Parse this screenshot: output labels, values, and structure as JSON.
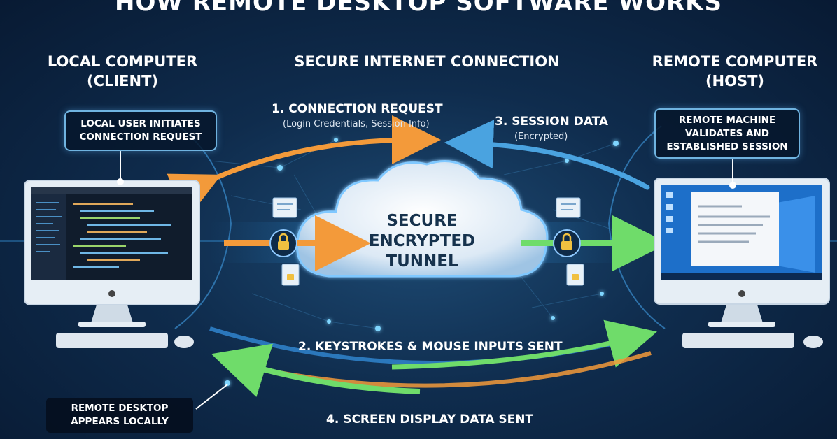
{
  "title": "HOW REMOTE DESKTOP SOFTWARE WORKS",
  "headers": {
    "local_line1": "LOCAL COMPUTER",
    "local_line2": "(CLIENT)",
    "internet": "SECURE INTERNET CONNECTION",
    "remote_line1": "REMOTE COMPUTER",
    "remote_line2": "(HOST)"
  },
  "callouts": {
    "local_line1": "LOCAL USER INITIATES",
    "local_line2": "CONNECTION REQUEST",
    "remote_line1": "REMOTE MACHINE",
    "remote_line2": "VALIDATES AND",
    "remote_line3": "ESTABLISHED SESSION",
    "bottom_line1": "REMOTE DESKTOP",
    "bottom_line2": "APPEARS LOCALLY"
  },
  "steps": {
    "step1": "1. CONNECTION REQUEST",
    "step1_sub": "(Login Credentials, Session Info)",
    "step2": "2. KEYSTROKES & MOUSE INPUTS SENT",
    "step3": "3. SESSION DATA",
    "step3_sub": "(Encrypted)",
    "step4": "4. SCREEN DISPLAY DATA SENT"
  },
  "cloud": {
    "line1": "SECURE",
    "line2": "ENCRYPTED",
    "line3": "TUNNEL"
  },
  "colors": {
    "orange": "#f39a3a",
    "green": "#6fdc6a",
    "blue": "#4aa3e0",
    "cyan": "#5fd6ff"
  }
}
